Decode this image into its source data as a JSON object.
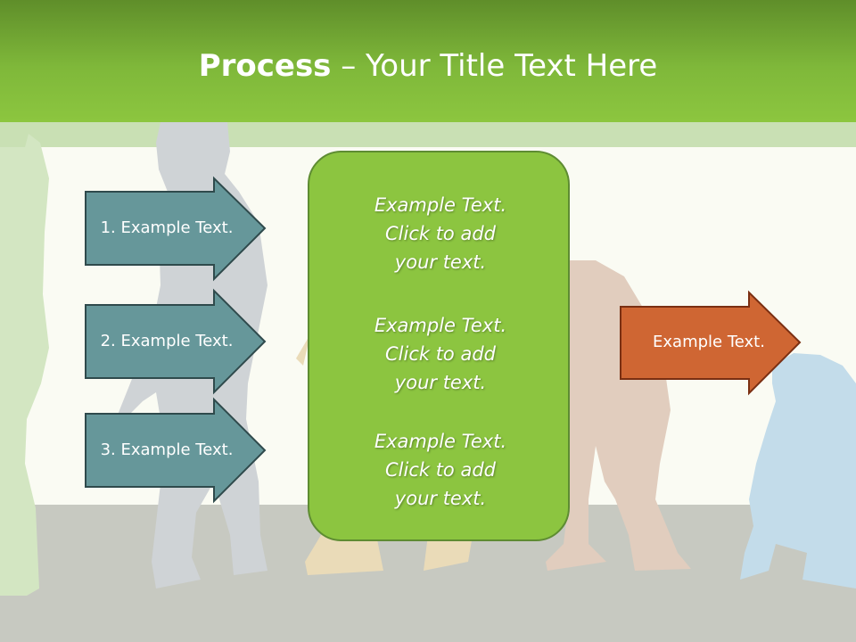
{
  "title": {
    "bold": "Process",
    "rest": " – Your Title Text Here"
  },
  "left_arrows": [
    {
      "label": "1. Example Text."
    },
    {
      "label": "2. Example Text."
    },
    {
      "label": "3. Example Text."
    }
  ],
  "center_box": {
    "paragraphs": [
      {
        "line1": "Example Text.",
        "line2": "Click  to add",
        "line3": "your text."
      },
      {
        "line1": "Example Text.",
        "line2": "Click  to add",
        "line3": "your text."
      },
      {
        "line1": "Example Text.",
        "line2": "Click  to add",
        "line3": "your text."
      }
    ]
  },
  "right_arrow": {
    "label": "Example Text."
  },
  "colors": {
    "header": "#7fb83a",
    "left_arrow_fill": "#66979a",
    "left_arrow_stroke": "#2f4a4c",
    "center_box_fill": "#8cc540",
    "right_arrow_fill": "#cf6633",
    "right_arrow_stroke": "#7a2f12"
  }
}
